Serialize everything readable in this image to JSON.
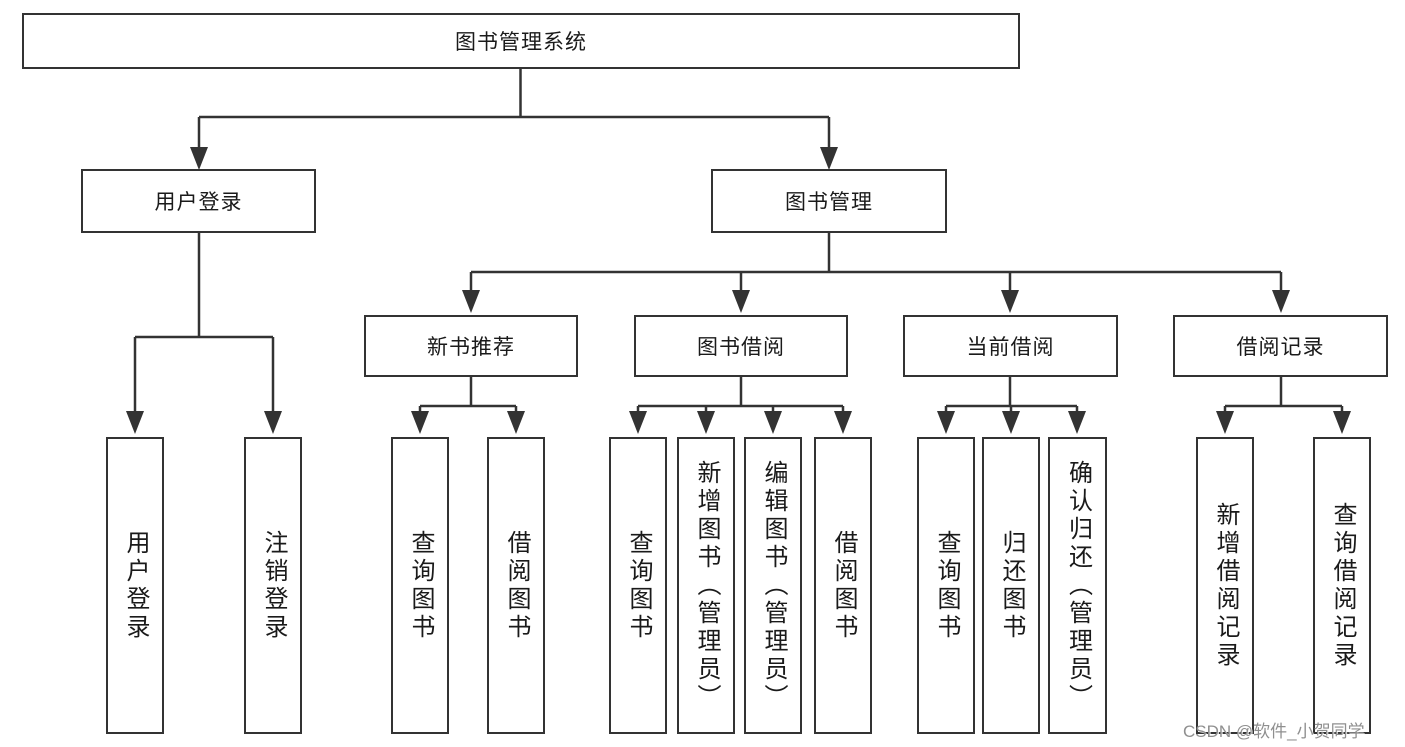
{
  "root": {
    "label": "图书管理系统"
  },
  "level2": {
    "user_login": {
      "label": "用户登录"
    },
    "book_management": {
      "label": "图书管理"
    }
  },
  "level3": {
    "new_book_recommend": {
      "label": "新书推荐"
    },
    "book_borrow": {
      "label": "图书借阅"
    },
    "current_borrow": {
      "label": "当前借阅"
    },
    "borrow_records": {
      "label": "借阅记录"
    }
  },
  "leaves": {
    "user_login": [
      {
        "label": "用户登录"
      },
      {
        "label": "注销登录"
      }
    ],
    "new_book_recommend": [
      {
        "label": "查询图书"
      },
      {
        "label": "借阅图书"
      }
    ],
    "book_borrow": [
      {
        "label": "查询图书"
      },
      {
        "label": "新增图书（管理员）"
      },
      {
        "label": "编辑图书（管理员）"
      },
      {
        "label": "借阅图书"
      }
    ],
    "current_borrow": [
      {
        "label": "查询图书"
      },
      {
        "label": "归还图书"
      },
      {
        "label": "确认归还（管理员）"
      }
    ],
    "borrow_records": [
      {
        "label": "新增借阅记录"
      },
      {
        "label": "查询借阅记录"
      }
    ]
  },
  "watermark": {
    "text": "CSDN @软件_小贺同学"
  },
  "colors": {
    "line": "#333333",
    "text": "#1a1a1a",
    "background": "#ffffff",
    "watermark": "#8f8f8f"
  }
}
